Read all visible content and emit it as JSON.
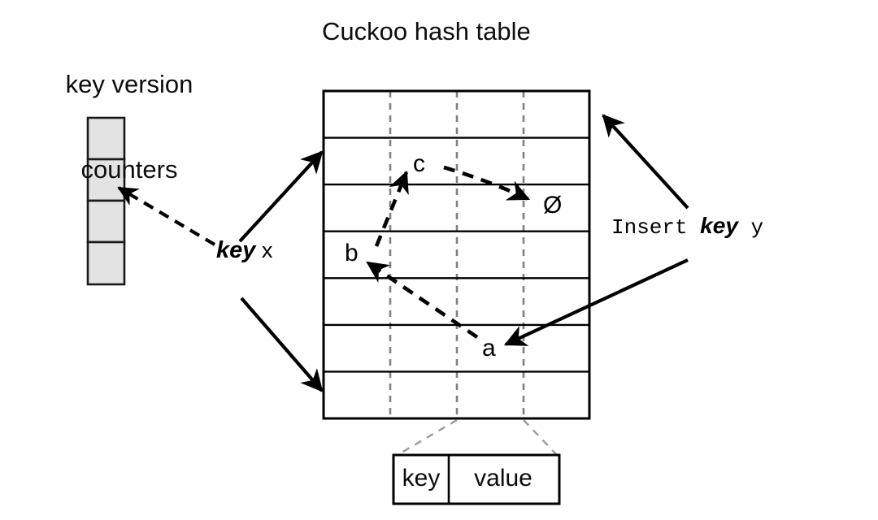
{
  "diagram": {
    "type": "cuckoo-hash-table-insert",
    "background_color": "#ffffff",
    "line_color": "#000000",
    "dashed_guide_color": "#808080",
    "cell_fill_color": "#e3e3e3"
  },
  "titles": {
    "key_version_counters_line1": "key version",
    "key_version_counters_line2": "counters",
    "cuckoo_table": "Cuckoo hash table"
  },
  "counters": {
    "cell_count": 4,
    "cells": [
      "",
      "",
      "",
      ""
    ]
  },
  "table": {
    "row_count": 7,
    "column_divider_count": 3,
    "markers": [
      {
        "id": "c",
        "label": "c",
        "row": 2,
        "col": 2
      },
      {
        "id": "empty",
        "label": "Ø",
        "row": 3,
        "col": 4
      },
      {
        "id": "b",
        "label": "b",
        "row": 4,
        "col": 1
      },
      {
        "id": "a",
        "label": "a",
        "row": 6,
        "col": 3
      }
    ]
  },
  "labels": {
    "key_x_keyword": "key",
    "key_x_var": "x",
    "insert_verb": "Insert",
    "insert_keyword": "key",
    "insert_var": "y"
  },
  "slot_detail": {
    "key_label": "key",
    "value_label": "value"
  }
}
